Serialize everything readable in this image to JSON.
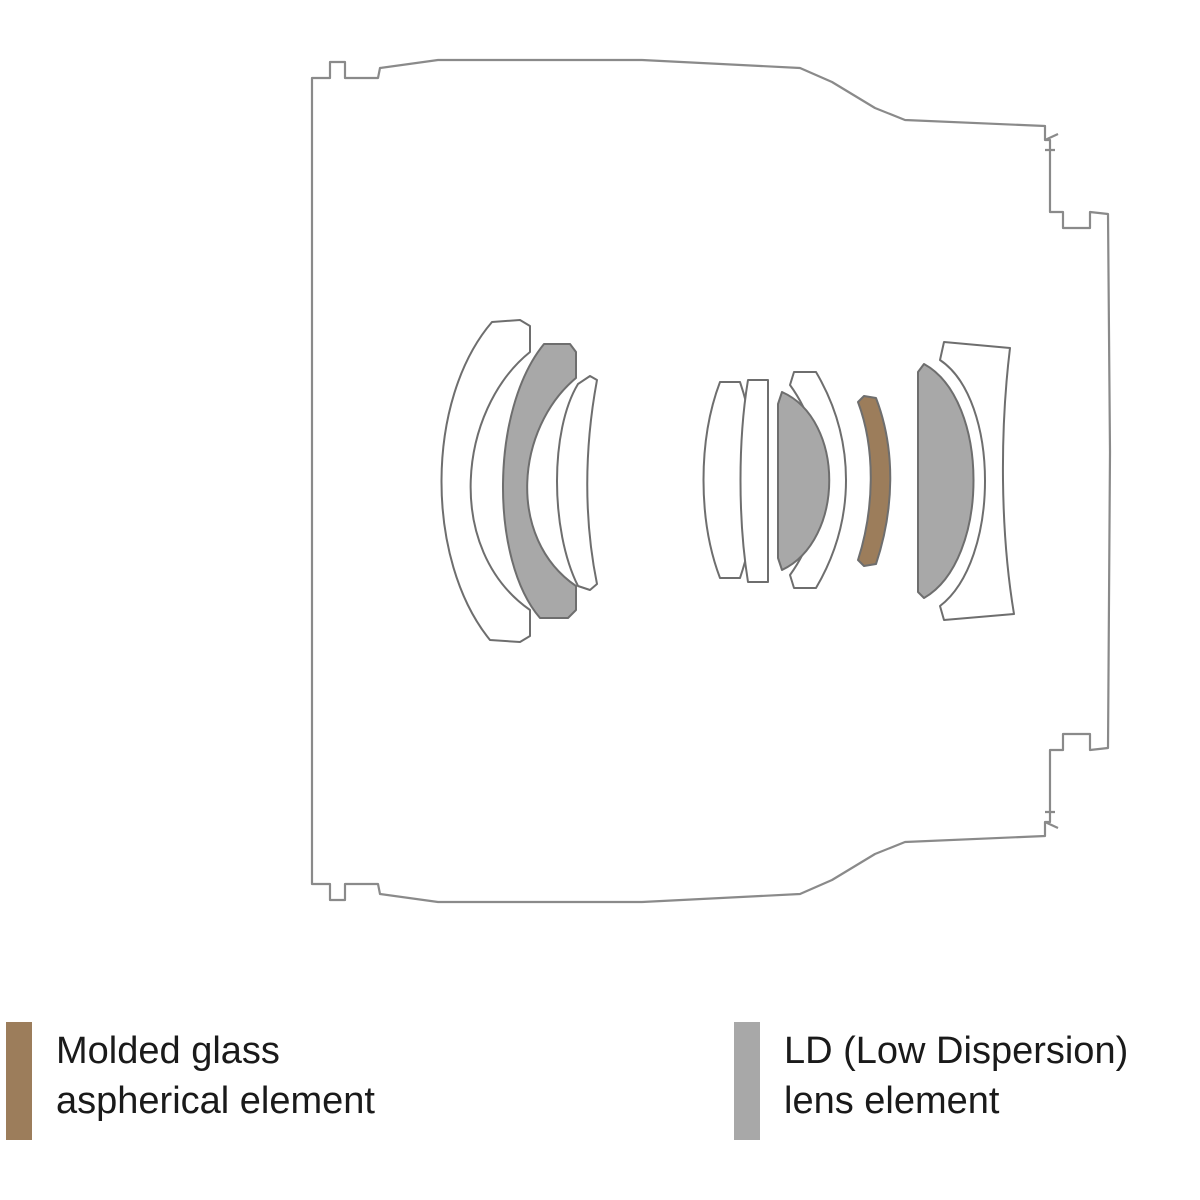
{
  "colors": {
    "outline": "#8a8a8a",
    "lens_stroke": "#6e6e6e",
    "aspherical": "#9c7d5b",
    "ld": "#a8a8a8",
    "plain": "#ffffff"
  },
  "lens_elements": [
    {
      "id": 1,
      "kind": "plain"
    },
    {
      "id": 2,
      "kind": "ld"
    },
    {
      "id": 3,
      "kind": "plain"
    },
    {
      "id": 4,
      "kind": "plain"
    },
    {
      "id": 5,
      "kind": "plain"
    },
    {
      "id": 6,
      "kind": "plain"
    },
    {
      "id": 7,
      "kind": "ld"
    },
    {
      "id": 8,
      "kind": "aspherical"
    },
    {
      "id": 9,
      "kind": "ld"
    },
    {
      "id": 10,
      "kind": "plain"
    }
  ],
  "legend": [
    {
      "key": "aspherical",
      "line1": "Molded glass",
      "line2": "aspherical element"
    },
    {
      "key": "ld",
      "line1": "LD (Low Dispersion)",
      "line2": "lens element"
    }
  ]
}
